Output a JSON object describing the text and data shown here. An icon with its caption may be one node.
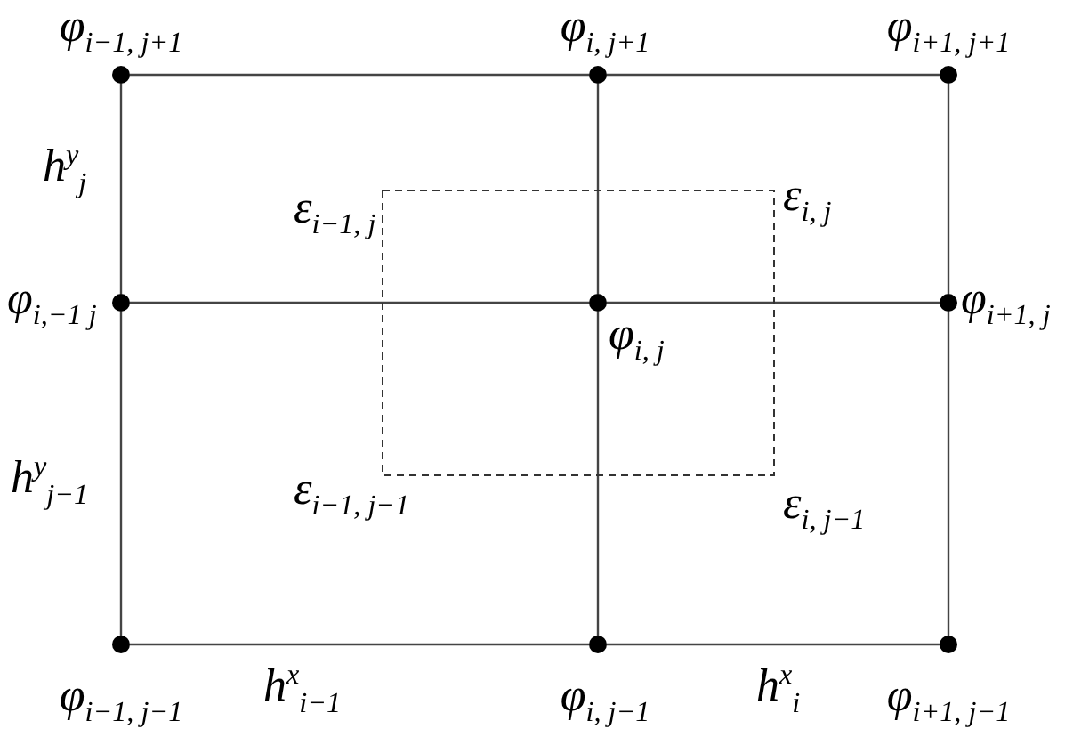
{
  "diagram": {
    "nodes": [
      {
        "text": [],
        "shape": "circle",
        "beside": [
          "φ$_{i−1, j+1}$"
        ]
      },
      {
        "text": [],
        "shape": "circle",
        "beside": [
          "φ$_{i, j+1}$"
        ]
      },
      {
        "text": [],
        "shape": "circle",
        "beside": [
          "φ$_{i+1, j+1}$"
        ]
      },
      {
        "text": [],
        "shape": "circle",
        "beside": [
          "φ$_{i,−1 j}$"
        ]
      },
      {
        "text": [],
        "shape": "circle",
        "beside": [
          "φ$_{i, j}$"
        ]
      },
      {
        "text": [],
        "shape": "circle",
        "beside": [
          "φ$_{i+1, j}$"
        ]
      },
      {
        "text": [],
        "shape": "circle",
        "beside": [
          "φ$_{i−1, j−1}$"
        ]
      },
      {
        "text": [],
        "shape": "circle",
        "beside": [
          "φ$_{i, j−1}$"
        ]
      },
      {
        "text": [],
        "shape": "circle",
        "beside": [
          "φ$_{i+1, j−1}$"
        ]
      }
    ],
    "edges": [
      {
        "from": 0,
        "to": 1,
        "arrow": "none"
      },
      {
        "from": 1,
        "to": 2,
        "arrow": "none"
      },
      {
        "from": 3,
        "to": 4,
        "arrow": "none"
      },
      {
        "from": 4,
        "to": 5,
        "arrow": "none"
      },
      {
        "from": 6,
        "to": 7,
        "arrow": "none"
      },
      {
        "from": 7,
        "to": 8,
        "arrow": "none"
      },
      {
        "from": 0,
        "to": 3,
        "arrow": "none"
      },
      {
        "from": 3,
        "to": 6,
        "arrow": "none"
      },
      {
        "from": 1,
        "to": 4,
        "arrow": "none"
      },
      {
        "from": 4,
        "to": 7,
        "arrow": "none"
      },
      {
        "from": 2,
        "to": 5,
        "arrow": "none"
      },
      {
        "from": 5,
        "to": 8,
        "arrow": "none"
      }
    ],
    "labels": [
      "h$^{y}$$_{j}$",
      "ε$_{i−1, j}$",
      "ε$_{i, j}$",
      "h$^{y}$$_{j−1}$",
      "ε$_{i−1, j−1}$",
      "ε$_{i, j−1}$",
      "h$^{x}$$_{i−1}$",
      "h$^{x}$$_{i}$"
    ]
  }
}
